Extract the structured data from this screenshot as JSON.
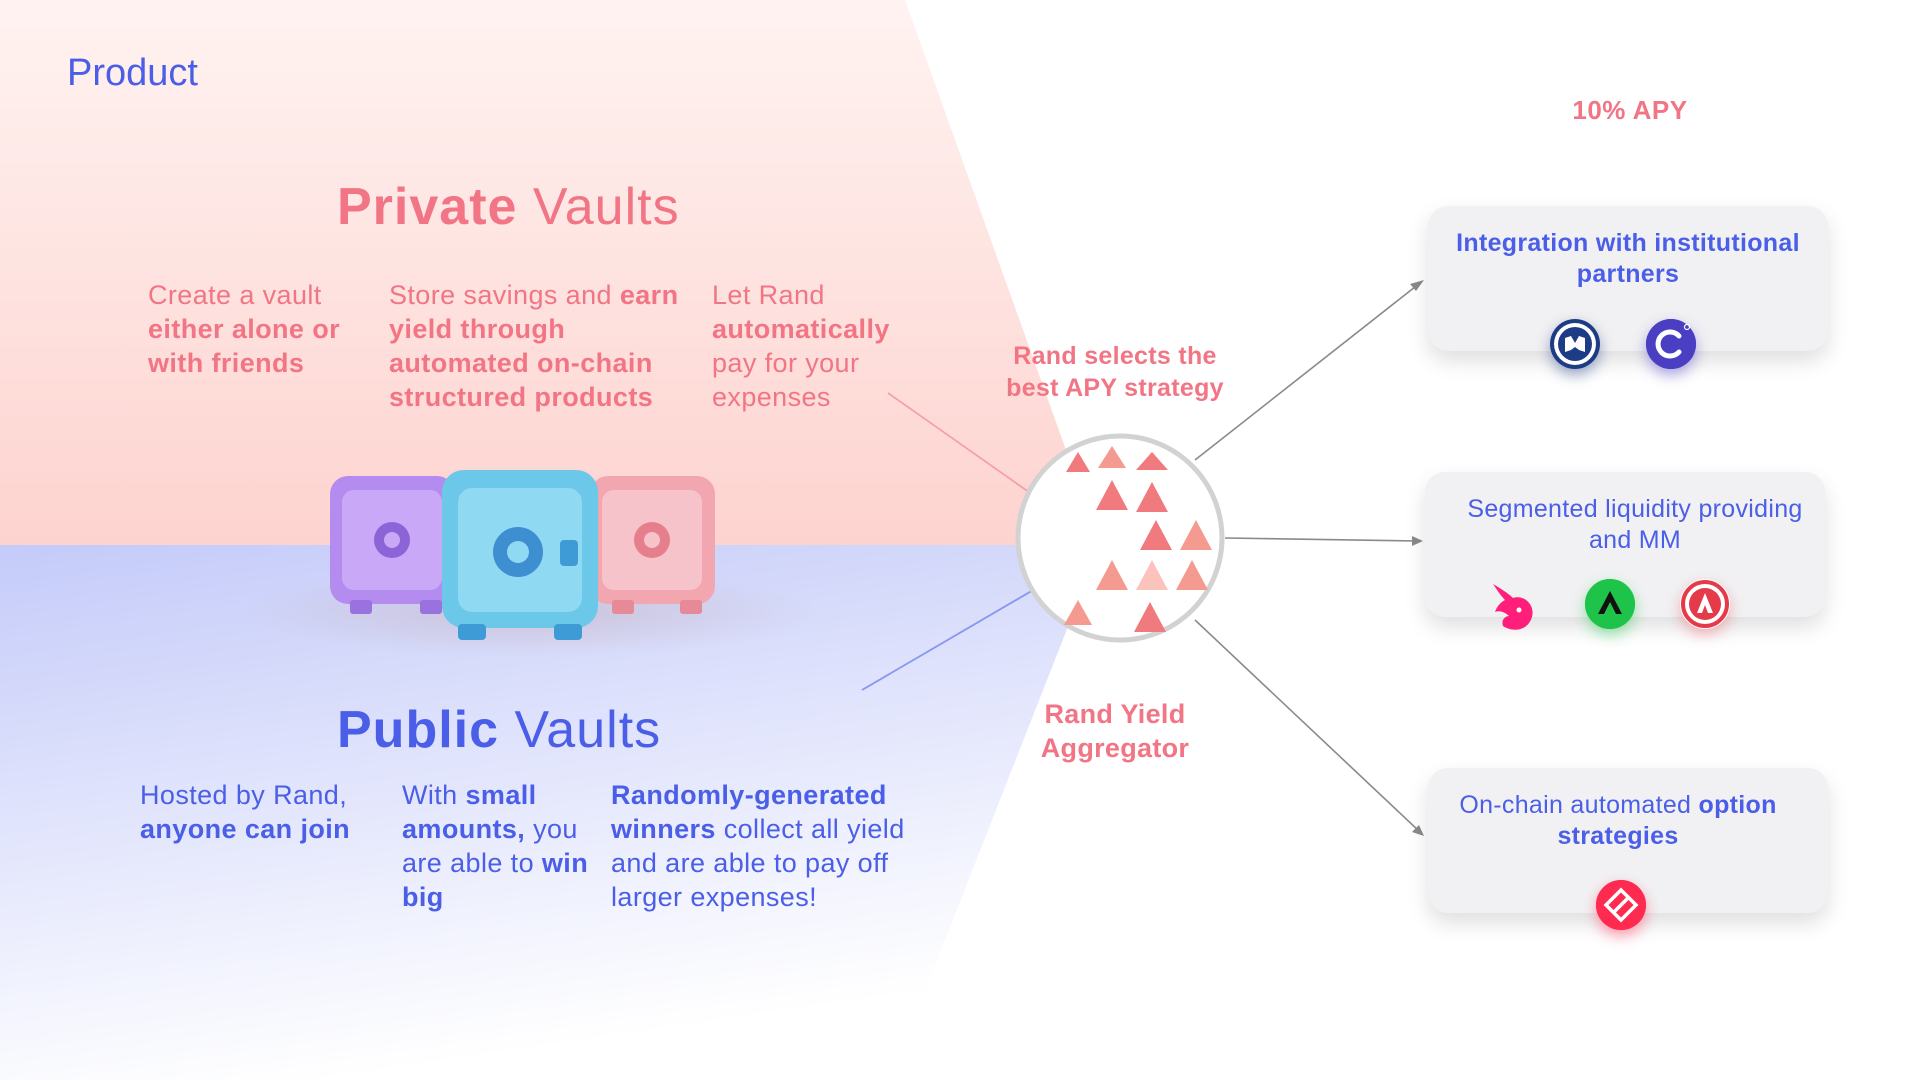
{
  "page": {
    "title": "Product"
  },
  "private_vaults": {
    "title_bold": "Private",
    "title_thin": " Vaults",
    "columns": [
      {
        "plain_before": "Create a vault ",
        "bold": "either alone or with friends",
        "plain_after": ""
      },
      {
        "plain_before": "Store savings and ",
        "bold": "earn yield through automated on-chain structured products",
        "plain_after": ""
      },
      {
        "plain_before": "Let Rand ",
        "bold": "automatically",
        "plain_after": " pay for your expenses"
      }
    ]
  },
  "public_vaults": {
    "title_bold": "Public",
    "title_thin": " Vaults",
    "columns": [
      {
        "plain_before": "Hosted by Rand, ",
        "bold": "anyone can join",
        "plain_after": "",
        "bold2": "",
        "plain_after2": ""
      },
      {
        "plain_before": "With ",
        "bold": "small amounts,",
        "plain_after": " you are able to ",
        "bold2": "win big",
        "plain_after2": ""
      },
      {
        "plain_before": "",
        "bold": "Randomly-generated winners",
        "plain_after": " collect all yield and are able to pay off larger expenses!",
        "bold2": "",
        "plain_after2": ""
      }
    ]
  },
  "aggregator": {
    "top_label": "Rand selects the best APY strategy",
    "bottom_label": "Rand Yield Aggregator"
  },
  "apy_label": "10% APY",
  "strategies": [
    {
      "text_plain": "",
      "text_bold": "Integration with institutional partners",
      "logos": [
        "mstable-icon",
        "celsius-icon"
      ]
    },
    {
      "text_plain": "Segmented liquidity providing and MM",
      "text_bold": "",
      "logos": [
        "uniswap-icon",
        "gmx-icon",
        "arcx-icon"
      ]
    },
    {
      "text_plain": "On-chain automated ",
      "text_bold": "option strategies",
      "logos": [
        "ribbon-icon"
      ]
    }
  ],
  "colors": {
    "accent_pink": "#f27585",
    "accent_blue": "#4a5ee8",
    "card_bg": "#f1f1f3",
    "vault_purple": "#b48cf0",
    "vault_blue": "#6cc8e8",
    "vault_pink": "#f2a6b0"
  }
}
